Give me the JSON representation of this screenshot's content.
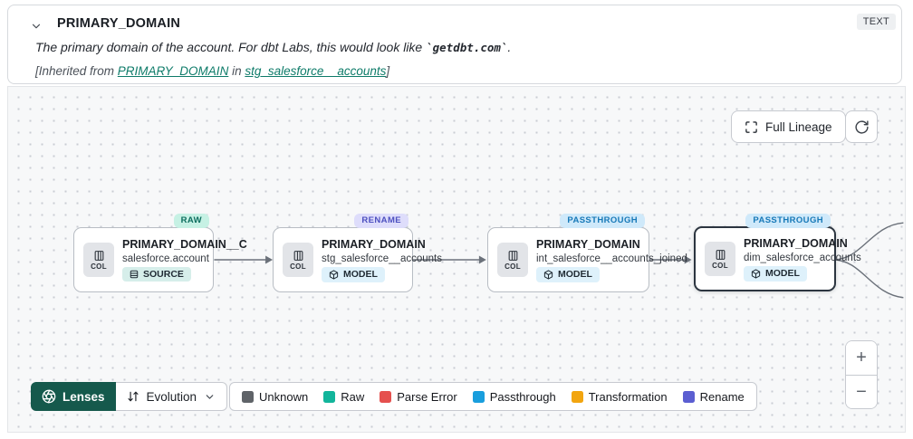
{
  "panel": {
    "title": "PRIMARY_DOMAIN",
    "type_badge": "TEXT",
    "description_prefix": "The primary domain of the account. For dbt Labs, this would look like ",
    "description_code": "`getdbt.com`",
    "description_suffix": ".",
    "inherited_prefix": "[Inherited from ",
    "inherited_link_column": "PRIMARY_DOMAIN",
    "inherited_middle": " in ",
    "inherited_link_model": "stg_salesforce__accounts",
    "inherited_suffix": "]"
  },
  "toolbar": {
    "full_lineage_label": "Full Lineage"
  },
  "nodes": [
    {
      "tag": "RAW",
      "title": "PRIMARY_DOMAIN__C",
      "subtitle": "salesforce.account",
      "type": "SOURCE",
      "col_label": "COL"
    },
    {
      "tag": "RENAME",
      "title": "PRIMARY_DOMAIN",
      "subtitle": "stg_salesforce__accounts",
      "type": "MODEL",
      "col_label": "COL"
    },
    {
      "tag": "PASSTHROUGH",
      "title": "PRIMARY_DOMAIN",
      "subtitle": "int_salesforce__accounts_joined",
      "type": "MODEL",
      "col_label": "COL"
    },
    {
      "tag": "PASSTHROUGH",
      "title": "PRIMARY_DOMAIN",
      "subtitle": "dim_salesforce_accounts",
      "type": "MODEL",
      "col_label": "COL"
    }
  ],
  "controls": {
    "lenses_label": "Lenses",
    "lens_selected": "Evolution",
    "zoom_in_label": "+",
    "zoom_out_label": "−"
  },
  "legend": {
    "items": [
      {
        "label": "Unknown",
        "color": "#5f6368"
      },
      {
        "label": "Raw",
        "color": "#12b59b"
      },
      {
        "label": "Parse Error",
        "color": "#e5504e"
      },
      {
        "label": "Passthrough",
        "color": "#199edd"
      },
      {
        "label": "Transformation",
        "color": "#f2a50f"
      },
      {
        "label": "Rename",
        "color": "#5b5ed1"
      }
    ]
  },
  "colors": {
    "accent_teal_link": "#0e7b69",
    "lenses_button_bg": "#15594c",
    "tag_raw_bg": "#c6f1e4",
    "tag_raw_text": "#0d6e5f",
    "tag_rename_bg": "#deddfb",
    "tag_rename_text": "#4d50c0",
    "tag_passthrough_bg": "#cfe9fa",
    "tag_passthrough_text": "#1779b8",
    "badge_source_bg": "#d6eeea",
    "badge_model_bg": "#def1fb",
    "selected_node_border": "#2c3540",
    "canvas_bg": "#f7f8f9"
  }
}
